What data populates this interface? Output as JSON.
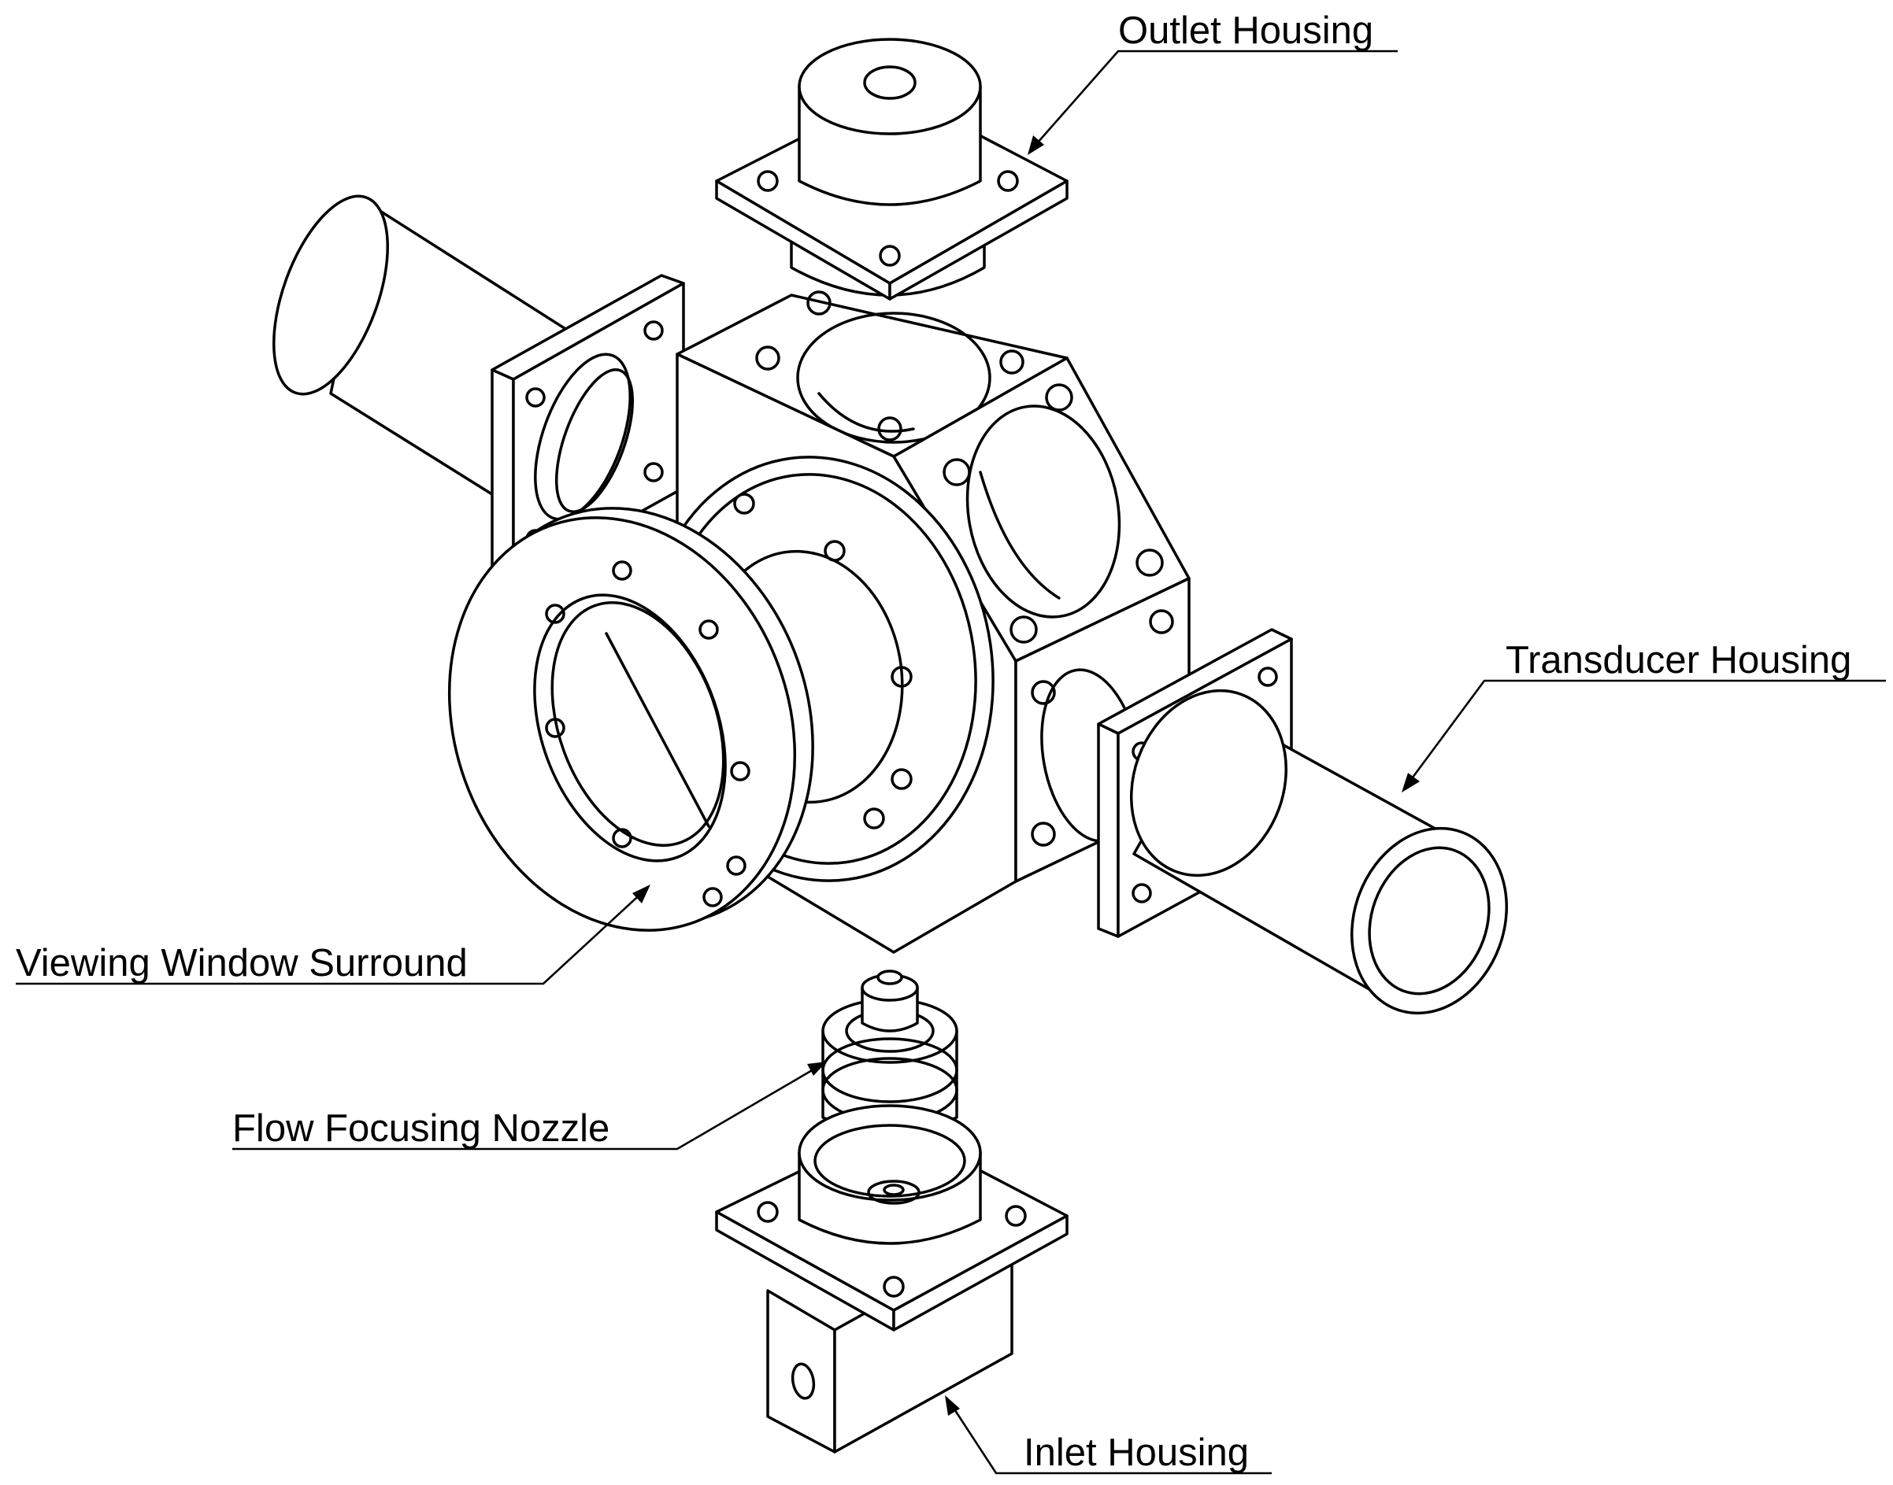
{
  "diagram": {
    "labels": {
      "outlet_housing": "Outlet Housing",
      "transducer_housing": "Transducer Housing",
      "viewing_window_surround": "Viewing Window Surround",
      "flow_focusing_nozzle": "Flow Focusing Nozzle",
      "inlet_housing": "Inlet Housing"
    },
    "colors": {
      "line": "#000000",
      "background": "#ffffff"
    }
  }
}
